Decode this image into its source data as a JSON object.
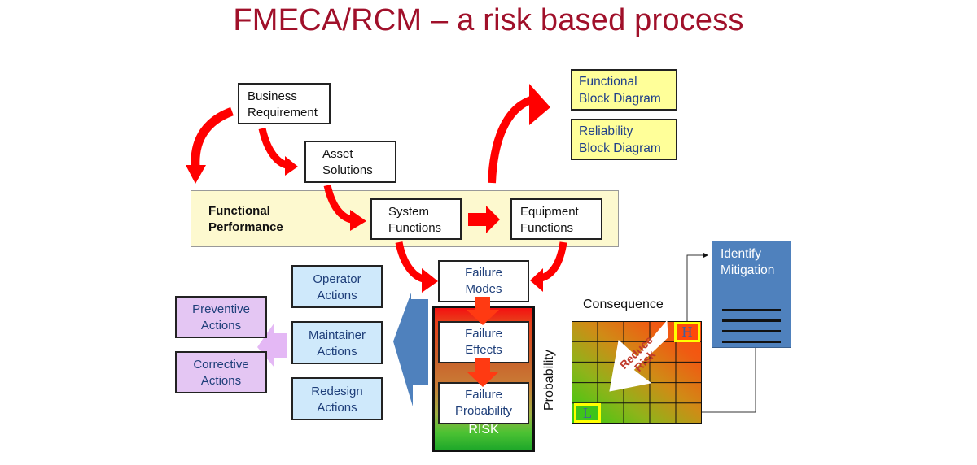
{
  "title": "FMECA/RCM – a risk based process",
  "colors": {
    "title": "#a0102a",
    "arrow": "#ff0000",
    "band": "#fdf9cf",
    "yellow_box": "#ffff99",
    "action_box": "#cfe9fb",
    "purple_box": "#e4c6f3",
    "mitigation": "#4f81bd"
  },
  "top_flow": {
    "business_requirement": [
      "Business",
      "Requirement"
    ],
    "asset_solutions": [
      "Asset",
      "Solutions"
    ]
  },
  "functional_band": {
    "label": [
      "Functional",
      "Performance"
    ],
    "system_functions": [
      "System",
      "Functions"
    ],
    "equipment_functions": [
      "Equipment",
      "Functions"
    ]
  },
  "block_diagrams": {
    "functional": [
      "Functional",
      "Block Diagram"
    ],
    "reliability": [
      "Reliability",
      "Block Diagram"
    ]
  },
  "failure_chain": {
    "modes": [
      "Failure",
      "Modes"
    ],
    "effects": [
      "Failure",
      "Effects"
    ],
    "probability": [
      "Failure",
      "Probability"
    ],
    "risk_label": "RISK"
  },
  "actions": {
    "operator": [
      "Operator",
      "Actions"
    ],
    "maintainer": [
      "Maintainer",
      "Actions"
    ],
    "redesign": [
      "Redesign",
      "Actions"
    ],
    "preventive": [
      "Preventive",
      "Actions"
    ],
    "corrective": [
      "Corrective",
      "Actions"
    ]
  },
  "risk_matrix": {
    "consequence_label": "Consequence",
    "probability_label": "Probability",
    "rows": 5,
    "cols": 5,
    "high_marker": "H",
    "low_marker": "L",
    "reduce_label": [
      "Reduce",
      "Risk"
    ]
  },
  "mitigation": [
    "Identify",
    "Mitigation"
  ]
}
